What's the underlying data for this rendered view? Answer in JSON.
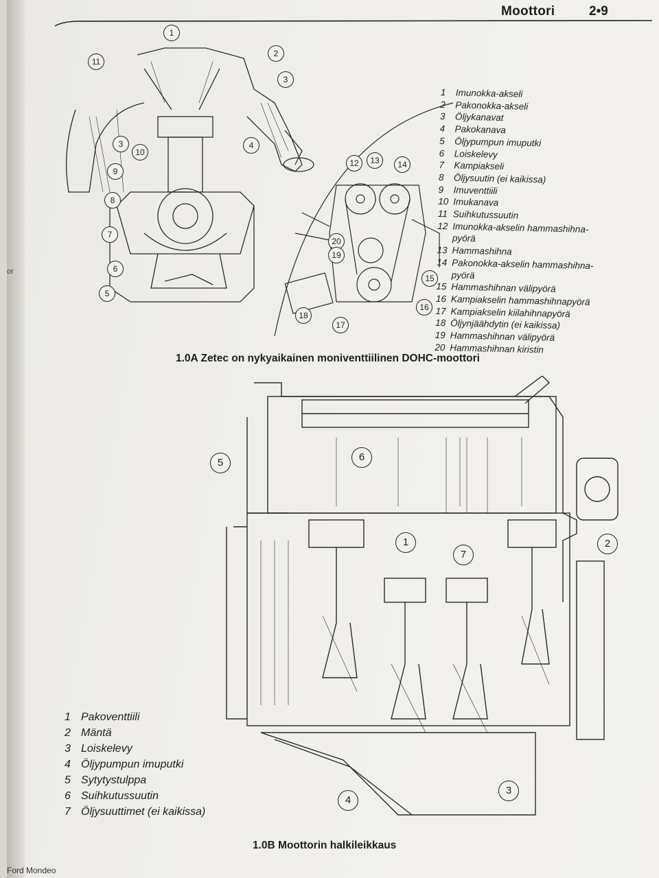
{
  "header": {
    "section_title": "Moottori",
    "page_number": "2•9"
  },
  "figure_a": {
    "caption": "1.0A  Zetec on nykyaikainen moniventtiilinen DOHC-moottori",
    "legend": [
      {
        "num": "1",
        "label": "Imunokka-akseli"
      },
      {
        "num": "2",
        "label": "Pakonokka-akseli"
      },
      {
        "num": "3",
        "label": "Öljykanavat"
      },
      {
        "num": "4",
        "label": "Pakokanava"
      },
      {
        "num": "5",
        "label": "Öljypumpun imuputki"
      },
      {
        "num": "6",
        "label": "Loiskelevy"
      },
      {
        "num": "7",
        "label": "Kampiakseli"
      },
      {
        "num": "8",
        "label": "Öljysuutin (ei kaikissa)"
      },
      {
        "num": "9",
        "label": "Imuventtiili"
      },
      {
        "num": "10",
        "label": "Imukanava"
      },
      {
        "num": "11",
        "label": "Suihkutussuutin"
      },
      {
        "num": "12",
        "label": "Imunokka-akselin hammashihna-"
      },
      {
        "num": "",
        "label": "pyörä"
      },
      {
        "num": "13",
        "label": "Hammashihna"
      },
      {
        "num": "14",
        "label": "Pakonokka-akselin hammashihna-"
      },
      {
        "num": "",
        "label": "pyörä"
      },
      {
        "num": "15",
        "label": "Hammashihnan välipyörä"
      },
      {
        "num": "16",
        "label": "Kampiakselin hammashihnapyörä"
      },
      {
        "num": "17",
        "label": "Kampiakselin kiilahihnapyörä"
      },
      {
        "num": "18",
        "label": "Öljynjäähdytin (ei kaikissa)"
      },
      {
        "num": "19",
        "label": "Hammashihnan välipyörä"
      },
      {
        "num": "20",
        "label": "Hammashihnan kiristin"
      }
    ],
    "callouts_left": [
      "1",
      "2",
      "3",
      "4",
      "3",
      "10",
      "11",
      "9",
      "8",
      "7",
      "6",
      "5"
    ],
    "callouts_right": [
      "12",
      "13",
      "14",
      "20",
      "19",
      "15",
      "16",
      "18",
      "17"
    ]
  },
  "figure_b": {
    "caption": "1.0B  Moottorin halkileikkaus",
    "legend": [
      {
        "num": "1",
        "label": "Pakoventtiili"
      },
      {
        "num": "2",
        "label": "Mäntä"
      },
      {
        "num": "3",
        "label": "Loiskelevy"
      },
      {
        "num": "4",
        "label": "Öljypumpun imuputki"
      },
      {
        "num": "5",
        "label": "Sytytystulppa"
      },
      {
        "num": "6",
        "label": "Suihkutussuutin"
      },
      {
        "num": "7",
        "label": "Öljysuuttimet (ei kaikissa)"
      }
    ],
    "callouts": [
      "5",
      "6",
      "1",
      "2",
      "7",
      "3",
      "4"
    ]
  },
  "footer": {
    "text": "Ford Mondeo"
  }
}
